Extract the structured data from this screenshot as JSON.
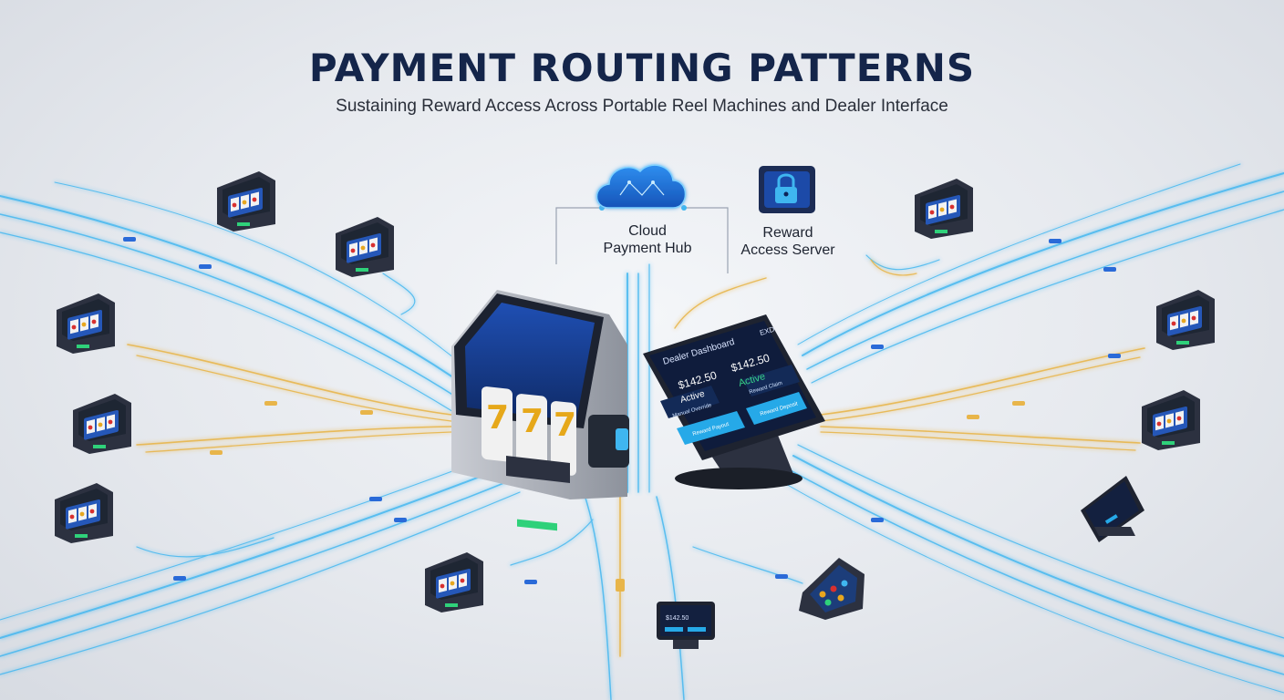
{
  "header": {
    "title": "PAYMENT ROUTING PATTERNS",
    "subtitle": "Sustaining Reward Access Across Portable Reel Machines and Dealer Interface"
  },
  "nodes": {
    "cloud": {
      "line1": "Cloud",
      "line2": "Payment Hub",
      "icon": "cloud-network-icon"
    },
    "server": {
      "line1": "Reward",
      "line2": "Access Server",
      "icon": "lock-server-icon"
    }
  },
  "dealer_tablet": {
    "title": "Dealer Dashboard",
    "corner": "EXD",
    "amount_left": "$142.50",
    "amount_right": "$142.50",
    "status_left": "Active",
    "status_right": "Active",
    "btn1": "Manual Override",
    "btn2": "Reward Claim",
    "btn3": "Reward Payout",
    "btn4": "Reward Deposit"
  },
  "central_machine": {
    "reel_symbol": "7"
  },
  "small_tablet": {
    "amount": "$142.50"
  },
  "colors": {
    "title": "#14254a",
    "blue_route": "#3fb6f0",
    "gold_route": "#e8b54a",
    "device_dark": "#2c3140",
    "screen": "#173a8c"
  }
}
